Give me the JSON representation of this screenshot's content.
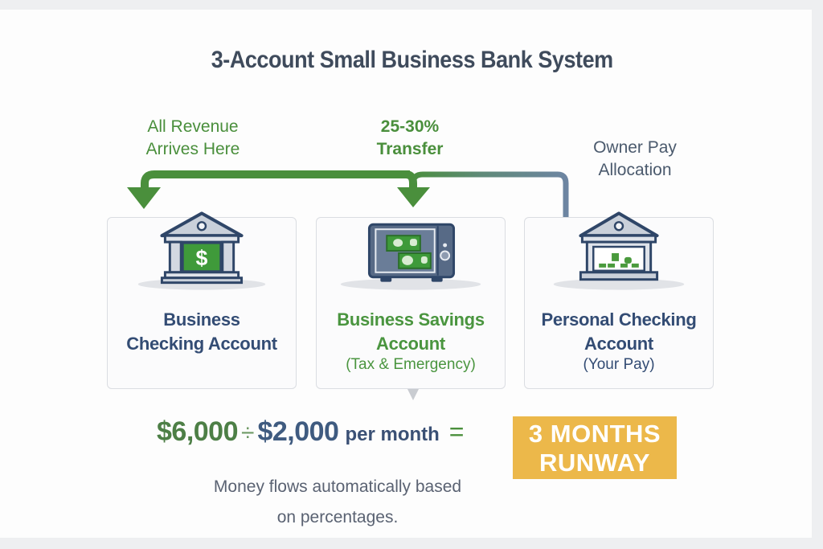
{
  "title": "3-Account Small Business Bank System",
  "flow_labels": {
    "revenue": [
      "All Revenue",
      "Arrives Here"
    ],
    "transfer": [
      "25-30%",
      "Transfer"
    ],
    "owner_pay": [
      "Owner Pay",
      "Allocation"
    ]
  },
  "accounts": [
    {
      "name_lines": [
        "Business",
        "Checking Account"
      ],
      "subtitle": "",
      "icon": "bank-dollar-icon",
      "color": "#334c74"
    },
    {
      "name_lines": [
        "Business Savings",
        "Account"
      ],
      "subtitle": "(Tax & Emergency)",
      "icon": "safe-cash-icon",
      "color": "#4a953f"
    },
    {
      "name_lines": [
        "Personal Checking",
        "Account"
      ],
      "subtitle": "(Your Pay)",
      "icon": "bank-growth-icon",
      "color": "#334c74"
    }
  ],
  "equation": {
    "savings_amount": "$6,000",
    "divide_symbol": "÷",
    "monthly_amount": "$2,000",
    "per_label": "per month",
    "equals_symbol": "=",
    "result_lines": [
      "3 MONTHS",
      "RUNWAY"
    ]
  },
  "caption_lines": [
    "Money flows automatically based",
    "on percentages."
  ],
  "colors": {
    "green": "#4a8f3c",
    "navy": "#334c74",
    "slate_arrow": "#6d85a2",
    "gold": "#ecb84a",
    "background": "#fdfdfd"
  }
}
